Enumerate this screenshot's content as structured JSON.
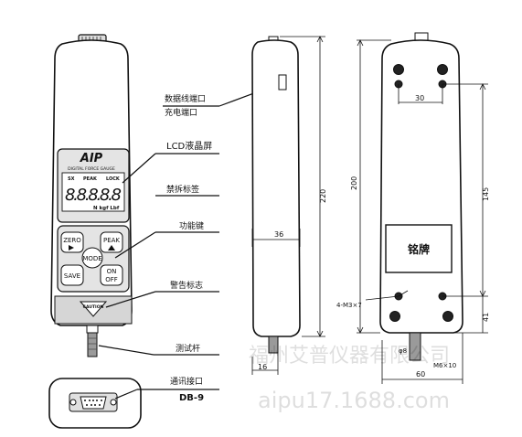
{
  "front_view": {
    "brand": "AIP",
    "brand_subtitle": "DIGITAL FORCE GAUGE",
    "display_indicators": [
      "SX",
      "PEAK",
      "LOCK"
    ],
    "display_digits": "8.8.8.8.8",
    "display_units": "N kgf Lbf",
    "buttons": {
      "zero": "ZERO",
      "peak": "PEAK",
      "mode": "MODE",
      "save": "SAVE",
      "on": "ON",
      "off": "OFF"
    },
    "warning_label": "CAUTION"
  },
  "callouts": {
    "data_port": "数据线端口",
    "charge_port": "充电端口",
    "lcd": "LCD液晶屏",
    "tamper_label": "禁拆标签",
    "function_keys": "功能键",
    "warning_sign": "警告标志",
    "test_rod": "测试杆",
    "comm_port": "通讯接口",
    "comm_port_type": "DB-9"
  },
  "dimensions": {
    "side_height": "220",
    "side_width": "36",
    "side_rod": "16",
    "back_height": "200",
    "back_hole_spacing_v": "145",
    "back_hole_spacing_h": "30",
    "back_bottom": "41",
    "back_width": "60",
    "back_rod_small": "φ8",
    "thread": "M6×10",
    "screw_spec": "4-M3×7"
  },
  "nameplate": "铭牌",
  "watermark": {
    "company": "福州艾普仪器有限公司",
    "site": "aipu17.1688.com"
  }
}
